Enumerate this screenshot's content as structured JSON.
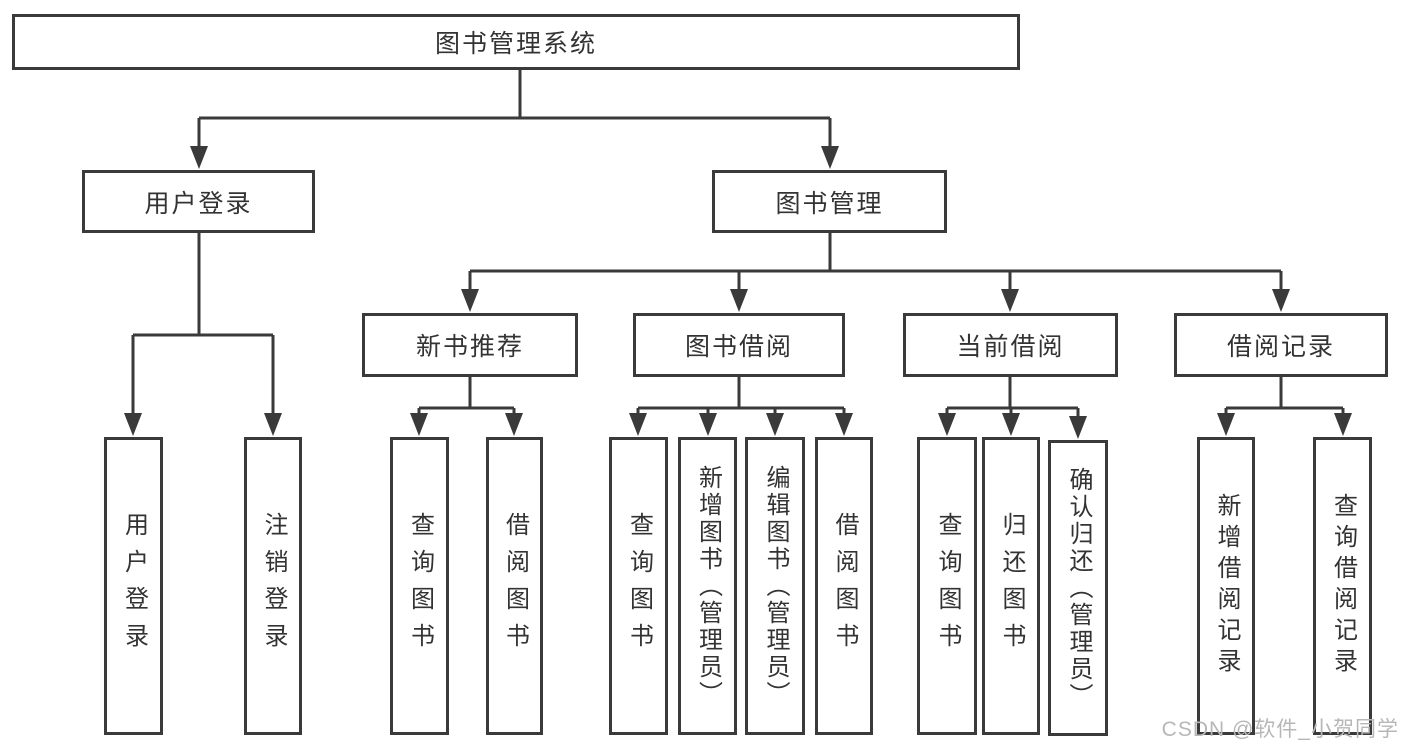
{
  "diagram": {
    "title": "图书管理系统",
    "branches": [
      {
        "label": "用户登录",
        "children": [
          {
            "label": "用户登录"
          },
          {
            "label": "注销登录"
          }
        ]
      },
      {
        "label": "图书管理",
        "children": [
          {
            "label": "新书推荐",
            "children": [
              {
                "label": "查询图书"
              },
              {
                "label": "借阅图书"
              }
            ]
          },
          {
            "label": "图书借阅",
            "children": [
              {
                "label": "查询图书"
              },
              {
                "label": "新增图书（管理员）"
              },
              {
                "label": "编辑图书（管理员）"
              },
              {
                "label": "借阅图书"
              }
            ]
          },
          {
            "label": "当前借阅",
            "children": [
              {
                "label": "查询图书"
              },
              {
                "label": "归还图书"
              },
              {
                "label": "确认归还（管理员）"
              }
            ]
          },
          {
            "label": "借阅记录",
            "children": [
              {
                "label": "新增借阅记录"
              },
              {
                "label": "查询借阅记录"
              }
            ]
          }
        ]
      }
    ]
  },
  "colors": {
    "line": "#3a3a3a",
    "box_background": "#ffffff",
    "text": "#333333",
    "watermark": "#b7b7b7"
  },
  "watermark": {
    "text": "CSDN @软件_小贺同学"
  }
}
